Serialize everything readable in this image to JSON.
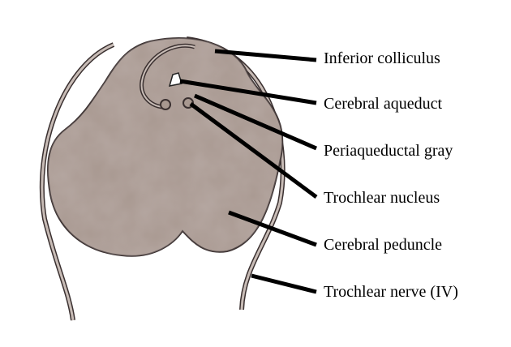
{
  "labels": [
    {
      "id": "inferior-colliculus",
      "text": "Inferior colliculus"
    },
    {
      "id": "cerebral-aqueduct",
      "text": "Cerebral aqueduct"
    },
    {
      "id": "periaqueductal-gray",
      "text": "Periaqueductal gray"
    },
    {
      "id": "trochlear-nucleus",
      "text": "Trochlear nucleus"
    },
    {
      "id": "cerebral-peduncle",
      "text": "Cerebral peduncle"
    },
    {
      "id": "trochlear-nerve",
      "text": "Trochlear nerve (IV)"
    }
  ],
  "colors": {
    "tissue": "#a89890",
    "outline": "#3a3030",
    "nerve": "#c8bcb6",
    "leader": "#000000"
  }
}
